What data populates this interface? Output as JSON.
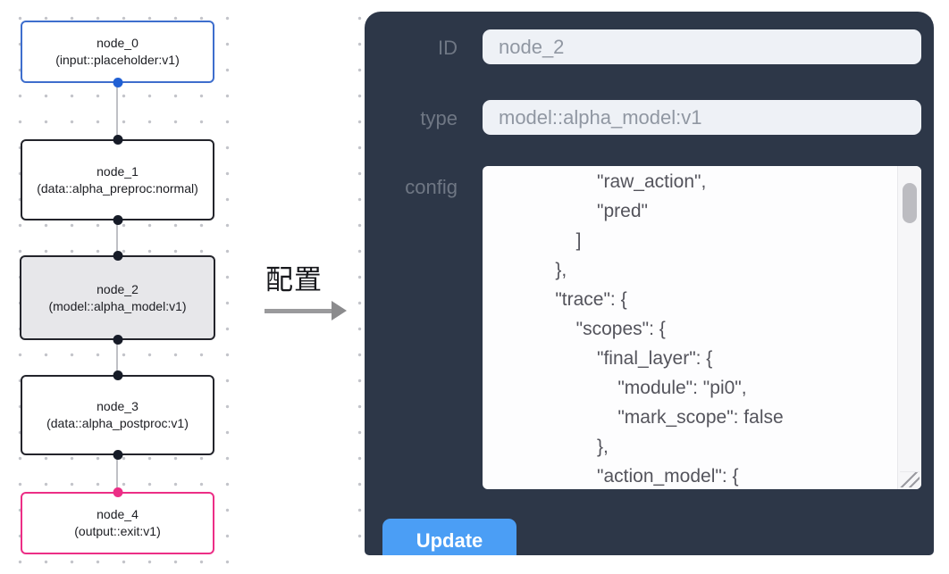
{
  "flow": {
    "nodes": [
      {
        "title": "node_0",
        "subtitle": "(input::placeholder:v1)",
        "role": "input",
        "accent": "#3e6ecd"
      },
      {
        "title": "node_1",
        "subtitle": "(data::alpha_preproc:normal)",
        "role": "default",
        "accent": "#23242b"
      },
      {
        "title": "node_2",
        "subtitle": "(model::alpha_model:v1)",
        "role": "selected",
        "accent": "#23242b"
      },
      {
        "title": "node_3",
        "subtitle": "(data::alpha_postproc:v1)",
        "role": "default",
        "accent": "#23242b"
      },
      {
        "title": "node_4",
        "subtitle": "(output::exit:v1)",
        "role": "output",
        "accent": "#ec2e86"
      }
    ],
    "colors": {
      "input_accent": "#3e6ecd",
      "output_accent": "#ec2e86",
      "default_border": "#23242b",
      "selected_fill": "#e7e7ea",
      "edge": "#bfc0c5",
      "grid_dot": "#c3c4ca"
    }
  },
  "annotation": {
    "label": "配置"
  },
  "panel": {
    "background": "#2d3748",
    "fields": [
      {
        "label": "ID",
        "value": "node_2"
      },
      {
        "label": "type",
        "value": "model::alpha_model:v1"
      }
    ],
    "config_label": "config",
    "config_lines": [
      "            \"raw_action\",",
      "            \"pred\"",
      "        ]",
      "    },",
      "    \"trace\": {",
      "        \"scopes\": {",
      "            \"final_layer\": {",
      "                \"module\": \"pi0\",",
      "                \"mark_scope\": false",
      "            },",
      "            \"action_model\": {"
    ],
    "update_label": "Update",
    "button_color": "#4b9ef5"
  }
}
